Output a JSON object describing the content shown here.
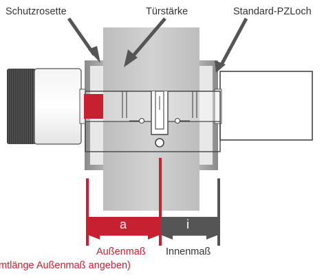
{
  "labels": {
    "schutzrosette": "Schutzrosette",
    "tuerstaerke": "Türstärke",
    "standard_pz_loch": "Standard-PZLoch",
    "a": "a",
    "i": "i",
    "aussenmass": "Außenmaß",
    "innenmass": "Innenmaß",
    "footnote": "mtlänge Außenmaß angeben)"
  },
  "colors": {
    "accent_red": "#c72030",
    "dim_gray": "#555555",
    "door": "#c6c6c6",
    "rosette": "#9a9a9a",
    "lock_body": "#ffffff"
  }
}
